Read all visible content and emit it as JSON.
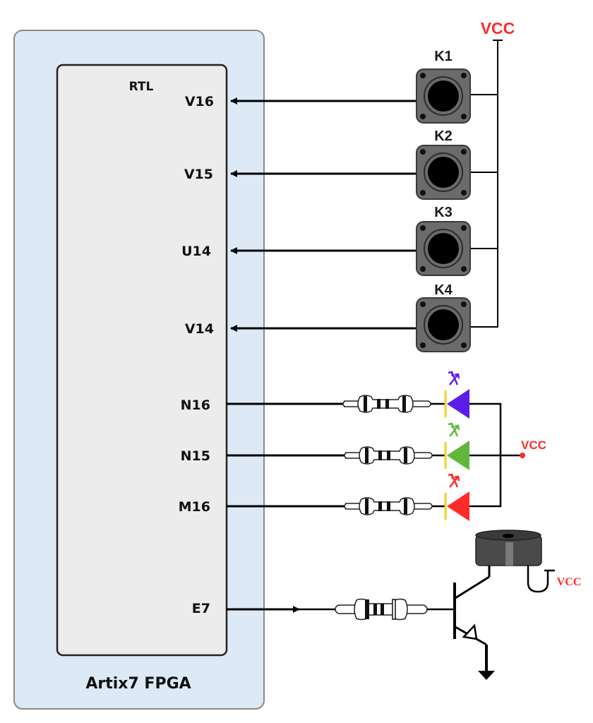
{
  "fpga": {
    "title": "Artix7 FPGA",
    "inner_block_label": "RTL",
    "colors": {
      "outer_fill": "#dde9f5",
      "inner_fill": "#ececec"
    }
  },
  "pins": {
    "inputs": [
      {
        "name": "V16",
        "connects_to": "K1",
        "direction": "in"
      },
      {
        "name": "V15",
        "connects_to": "K2",
        "direction": "in"
      },
      {
        "name": "U14",
        "connects_to": "K3",
        "direction": "in"
      },
      {
        "name": "V14",
        "connects_to": "K4",
        "direction": "in"
      }
    ],
    "outputs": [
      {
        "name": "N16",
        "connects_to": "LED blue",
        "direction": "out"
      },
      {
        "name": "N15",
        "connects_to": "LED green",
        "direction": "out"
      },
      {
        "name": "M16",
        "connects_to": "LED red",
        "direction": "out"
      },
      {
        "name": "E7",
        "connects_to": "Buzzer transistor",
        "direction": "out"
      }
    ]
  },
  "keys": {
    "labels": [
      "K1",
      "K2",
      "K3",
      "K4"
    ],
    "supply_label": "VCC"
  },
  "leds": {
    "colors": [
      "#5a1ee8",
      "#5fb83a",
      "#ff2a2a"
    ],
    "cathode_color": "#f5d020",
    "supply_label": "VCC"
  },
  "buzzer": {
    "supply_label": "VCC"
  },
  "colors": {
    "vcc": "#ff2a2a",
    "wire": "#000000",
    "key_body": "#6b6b6b"
  }
}
